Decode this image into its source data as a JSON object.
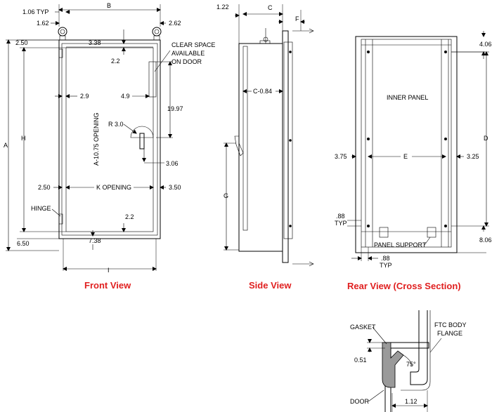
{
  "front": {
    "caption": "Front View",
    "dims": {
      "typ_top": "1.06  TYP",
      "b": "B",
      "d262": "2.62",
      "d162": "1.62",
      "d250_top": "2.50",
      "d338": "3.38",
      "clear_space": [
        "CLEAR SPACE",
        "AVAILABLE",
        "ON DOOR"
      ],
      "d22_top": "2.2",
      "d29": "2.9",
      "d49": "4.9",
      "d1997": "19.97",
      "a": "A",
      "h": "H",
      "opening_a": "A-10.75 OPENING",
      "r30": "R  3.0",
      "d306": "3.06",
      "d250_mid": "2.50",
      "k_opening": "K OPENING",
      "d350": "3.50",
      "hinge": "HINGE",
      "d22_bot": "2.2",
      "d650": "6.50",
      "d738": "7.38",
      "i": "I"
    }
  },
  "side": {
    "caption": "Side View",
    "dims": {
      "d122": "1.22",
      "c": "C",
      "f": "F",
      "c084": "C-0.84",
      "g": "G"
    }
  },
  "rear": {
    "caption": "Rear View (Cross Section)",
    "dims": {
      "d406": "4.06",
      "inner_panel": "INNER PANEL",
      "d": "D",
      "d375": "3.75",
      "e": "E",
      "d325": "3.25",
      "d88_typ": ".88",
      "typ": "TYP",
      "panel_support": "PANEL SUPPORT",
      "d806": "8.06",
      "d88_bot": ".88",
      "typ_bot": "TYP"
    }
  },
  "detail": {
    "gasket": "GASKET",
    "ftc_body": [
      "FTC BODY",
      "FLANGE"
    ],
    "d051": "0.51",
    "angle": "75°",
    "door": "DOOR",
    "d112": "1.12"
  }
}
